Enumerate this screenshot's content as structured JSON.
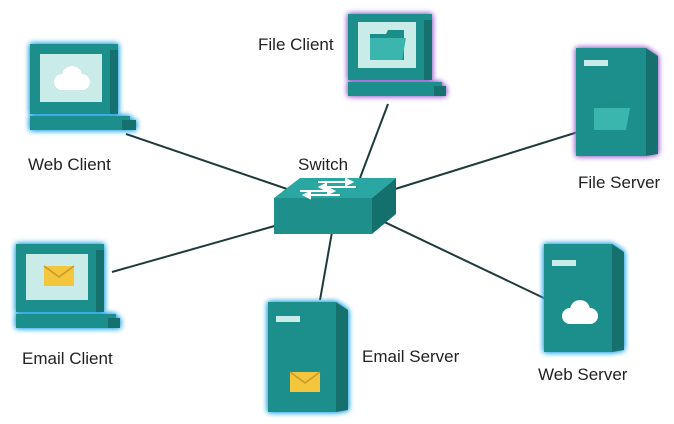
{
  "diagram": {
    "switch": {
      "label": "Switch"
    },
    "nodes": [
      {
        "id": "web-client",
        "label": "Web Client",
        "kind": "client",
        "icon": "cloud-icon",
        "glow": "#2aa7e8"
      },
      {
        "id": "file-client",
        "label": "File Client",
        "kind": "client",
        "icon": "folder-icon",
        "glow": "#a06ad4"
      },
      {
        "id": "email-client",
        "label": "Email Client",
        "kind": "client",
        "icon": "envelope-icon",
        "glow": "#2aa7e8"
      },
      {
        "id": "file-server",
        "label": "File Server",
        "kind": "server",
        "icon": "folder-icon",
        "glow": "#a06ad4"
      },
      {
        "id": "email-server",
        "label": "Email Server",
        "kind": "server",
        "icon": "envelope-icon",
        "glow": "#2aa7e8"
      },
      {
        "id": "web-server",
        "label": "Web Server",
        "kind": "server",
        "icon": "cloud-icon",
        "glow": "#2aa7e8"
      }
    ]
  },
  "colors": {
    "device": "#1f8f8c",
    "device_dark": "#14706d",
    "screen": "#c9ece8",
    "link": "#1f3a3a",
    "envelope": "#f3c63d"
  }
}
